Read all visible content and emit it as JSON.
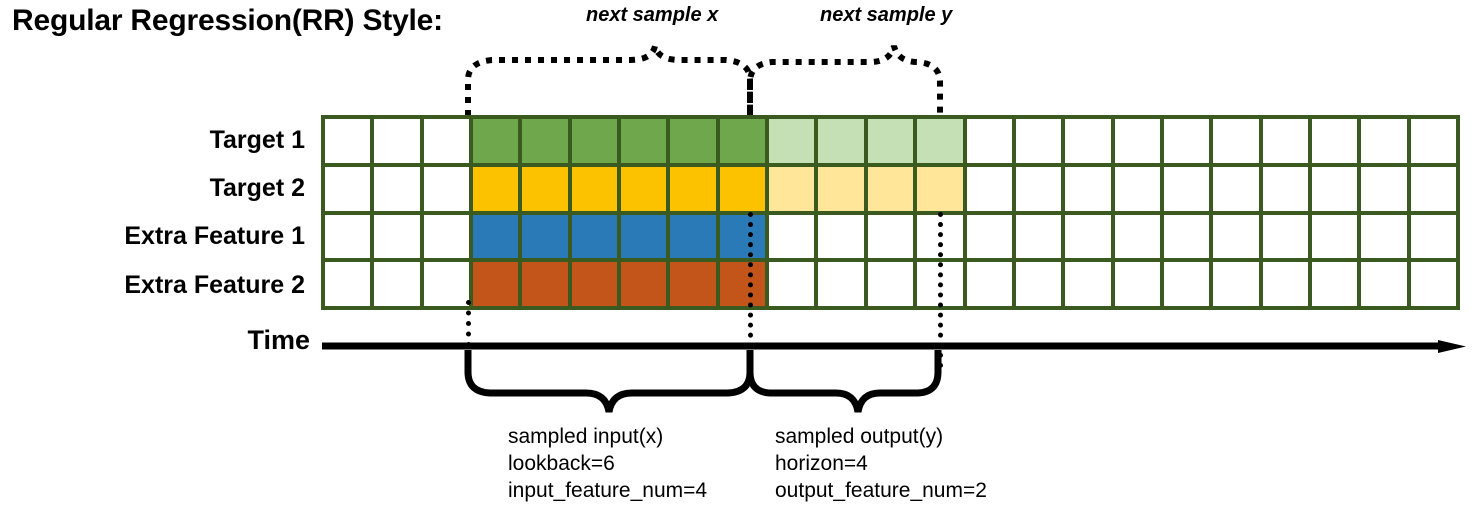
{
  "title": "Regular Regression(RR) Style:",
  "top_braces": [
    {
      "label": "next sample x"
    },
    {
      "label": "next sample y"
    }
  ],
  "rows": [
    {
      "label": "Target 1",
      "fill_input": "#6fa84c",
      "fill_output": "#c5e0b4"
    },
    {
      "label": "Target 2",
      "fill_input": "#fcc200",
      "fill_output": "#ffe699"
    },
    {
      "label": "Extra Feature 1",
      "fill_input": "#2a7ab8",
      "fill_output": "#ffffff"
    },
    {
      "label": "Extra Feature 2",
      "fill_input": "#c4551a",
      "fill_output": "#ffffff"
    }
  ],
  "grid": {
    "columns": 23,
    "rows": 4,
    "input_start_col": 4,
    "input_end_col": 9,
    "output_start_col": 10,
    "output_end_col": 13,
    "border_color": "#3a5a1f",
    "empty_color": "#ffffff"
  },
  "axis": {
    "label": "Time"
  },
  "bottom_annotations": [
    {
      "name": "sampled-input",
      "lines": [
        "sampled input(x)",
        "lookback=6",
        "input_feature_num=4"
      ]
    },
    {
      "name": "sampled-output",
      "lines": [
        "sampled output(y)",
        "horizon=4",
        "output_feature_num=2"
      ]
    }
  ]
}
